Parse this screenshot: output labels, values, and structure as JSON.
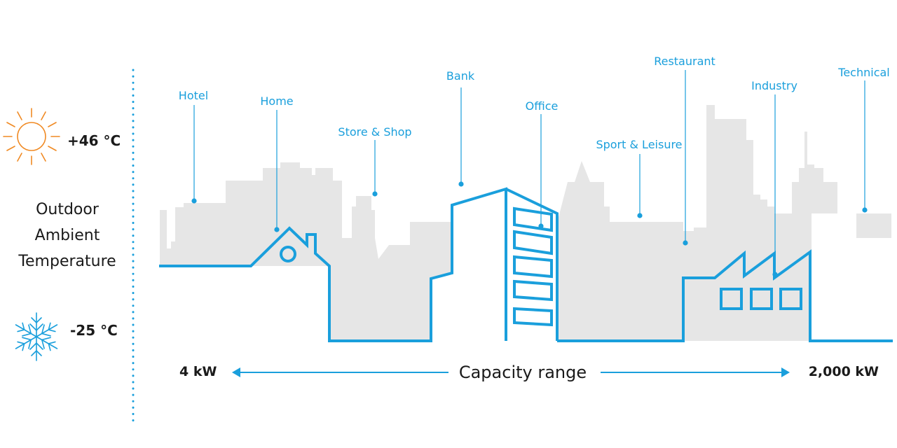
{
  "colors": {
    "accent_blue": "#1a9fdc",
    "skyline_gray": "#e6e6e6",
    "sun_orange": "#f08a24",
    "text_dark": "#1a1a1a"
  },
  "temperature": {
    "high_label": "+46 °C",
    "low_label": "-25 °C",
    "title_lines": [
      "Outdoor",
      "Ambient",
      "Temperature"
    ],
    "high_icon": "sun-icon",
    "low_icon": "snowflake-icon"
  },
  "segments": [
    {
      "key": "hotel",
      "label": "Hotel"
    },
    {
      "key": "home",
      "label": "Home"
    },
    {
      "key": "store-shop",
      "label": "Store & Shop"
    },
    {
      "key": "bank",
      "label": "Bank"
    },
    {
      "key": "office",
      "label": "Office"
    },
    {
      "key": "sport-leisure",
      "label": "Sport & Leisure"
    },
    {
      "key": "restaurant",
      "label": "Restaurant"
    },
    {
      "key": "industry",
      "label": "Industry"
    },
    {
      "key": "technical",
      "label": "Technical"
    }
  ],
  "capacity": {
    "min_label": "4 kW",
    "range_label": "Capacity range",
    "max_label": "2,000 kW"
  }
}
